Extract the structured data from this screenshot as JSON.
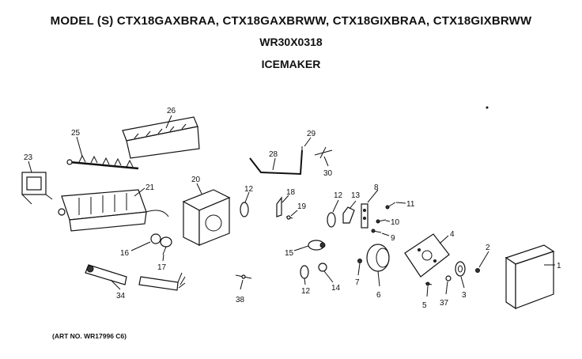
{
  "header": {
    "model_line": "MODEL (S) CTX18GAXBRAA, CTX18GAXBRWW, CTX18GIXBRAA, CTX18GIXBRWW",
    "part_number": "WR30X0318",
    "assembly_name": "ICEMAKER"
  },
  "footer": {
    "art_number": "(ART NO. WR17996 C6)"
  },
  "callouts": {
    "c1": "1",
    "c2": "2",
    "c3": "3",
    "c4": "4",
    "c5": "5",
    "c6": "6",
    "c7": "7",
    "c8": "8",
    "c9": "9",
    "c10": "10",
    "c11": "11",
    "c12a": "12",
    "c12b": "12",
    "c12c": "12",
    "c13": "13",
    "c14": "14",
    "c15": "15",
    "c16": "16",
    "c17": "17",
    "c18": "18",
    "c19": "19",
    "c20": "20",
    "c21": "21",
    "c23": "23",
    "c25": "25",
    "c26": "26",
    "c28": "28",
    "c29": "29",
    "c30": "30",
    "c34": "34",
    "c37": "37",
    "c38": "38"
  }
}
